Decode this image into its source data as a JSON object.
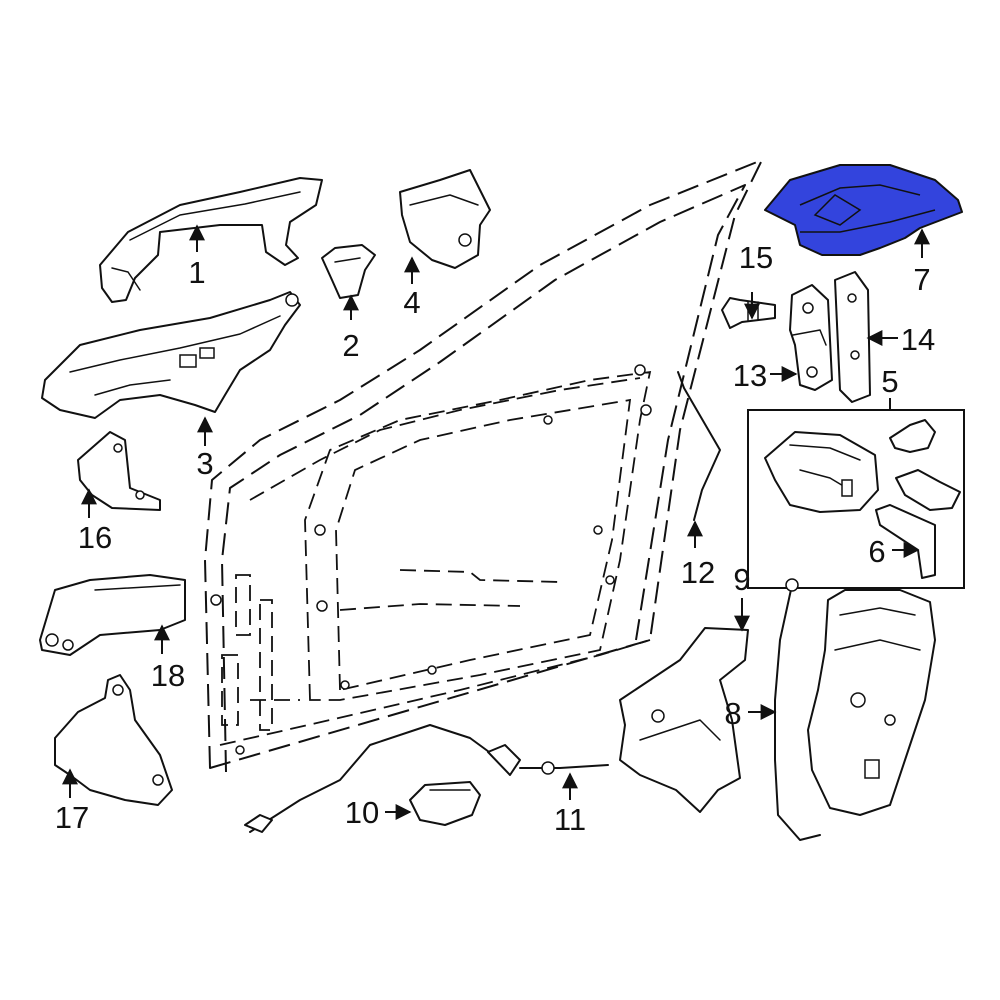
{
  "highlight_color": "#3344dd",
  "callouts": {
    "c1": "1",
    "c2": "2",
    "c3": "3",
    "c4": "4",
    "c5": "5",
    "c6": "6",
    "c7": "7",
    "c8": "8",
    "c9": "9",
    "c10": "10",
    "c11": "11",
    "c12": "12",
    "c13": "13",
    "c14": "14",
    "c15": "15",
    "c16": "16",
    "c17": "17",
    "c18": "18"
  }
}
